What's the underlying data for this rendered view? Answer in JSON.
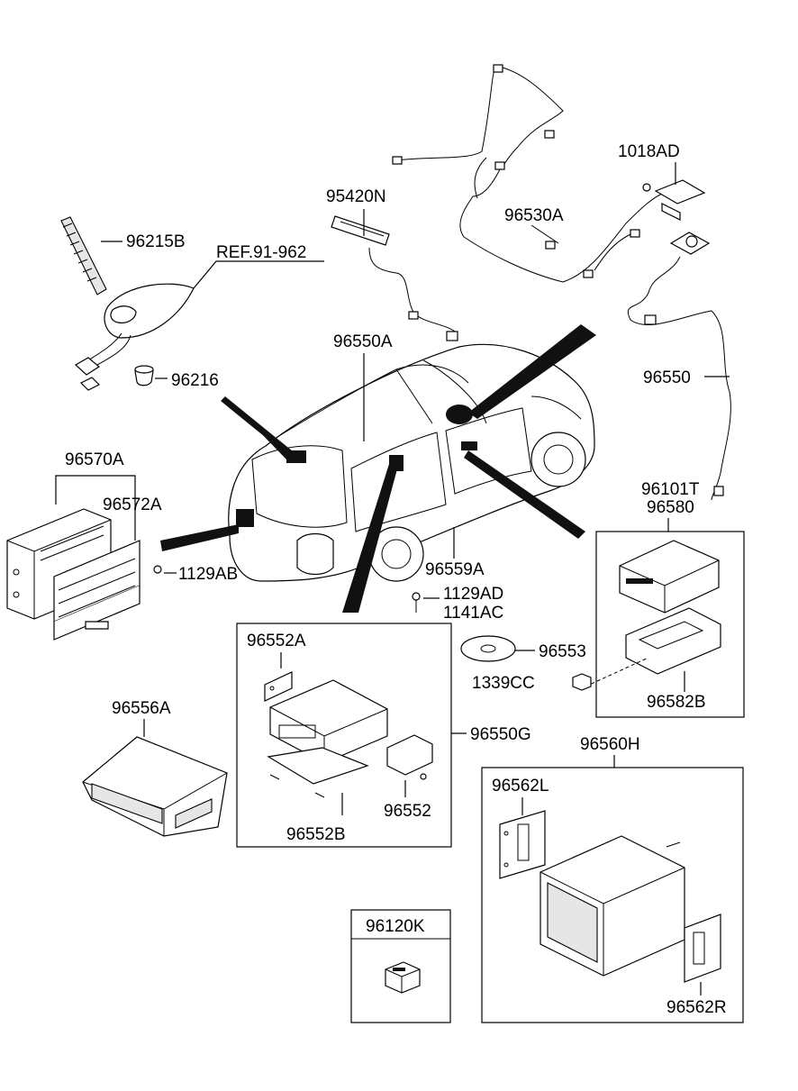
{
  "labels": {
    "l96215B": "96215B",
    "lREF": "REF.91-962",
    "l96216": "96216",
    "l95420N": "95420N",
    "l1018AD": "1018AD",
    "l96530A": "96530A",
    "l96550A": "96550A",
    "l96550": "96550",
    "l96570A": "96570A",
    "l96572A": "96572A",
    "l1129AB": "1129AB",
    "l96559A": "96559A",
    "l1129AD": "1129AD",
    "l1141AC": "1141AC",
    "l96101T": "96101T",
    "l96580": "96580",
    "l96552A": "96552A",
    "l96553": "96553",
    "l1339CC": "1339CC",
    "l96582B": "96582B",
    "l96556A": "96556A",
    "l96550G": "96550G",
    "l96552": "96552",
    "l96552B": "96552B",
    "l96560H": "96560H",
    "l96562L": "96562L",
    "l96562R": "96562R",
    "l96120K": "96120K"
  }
}
